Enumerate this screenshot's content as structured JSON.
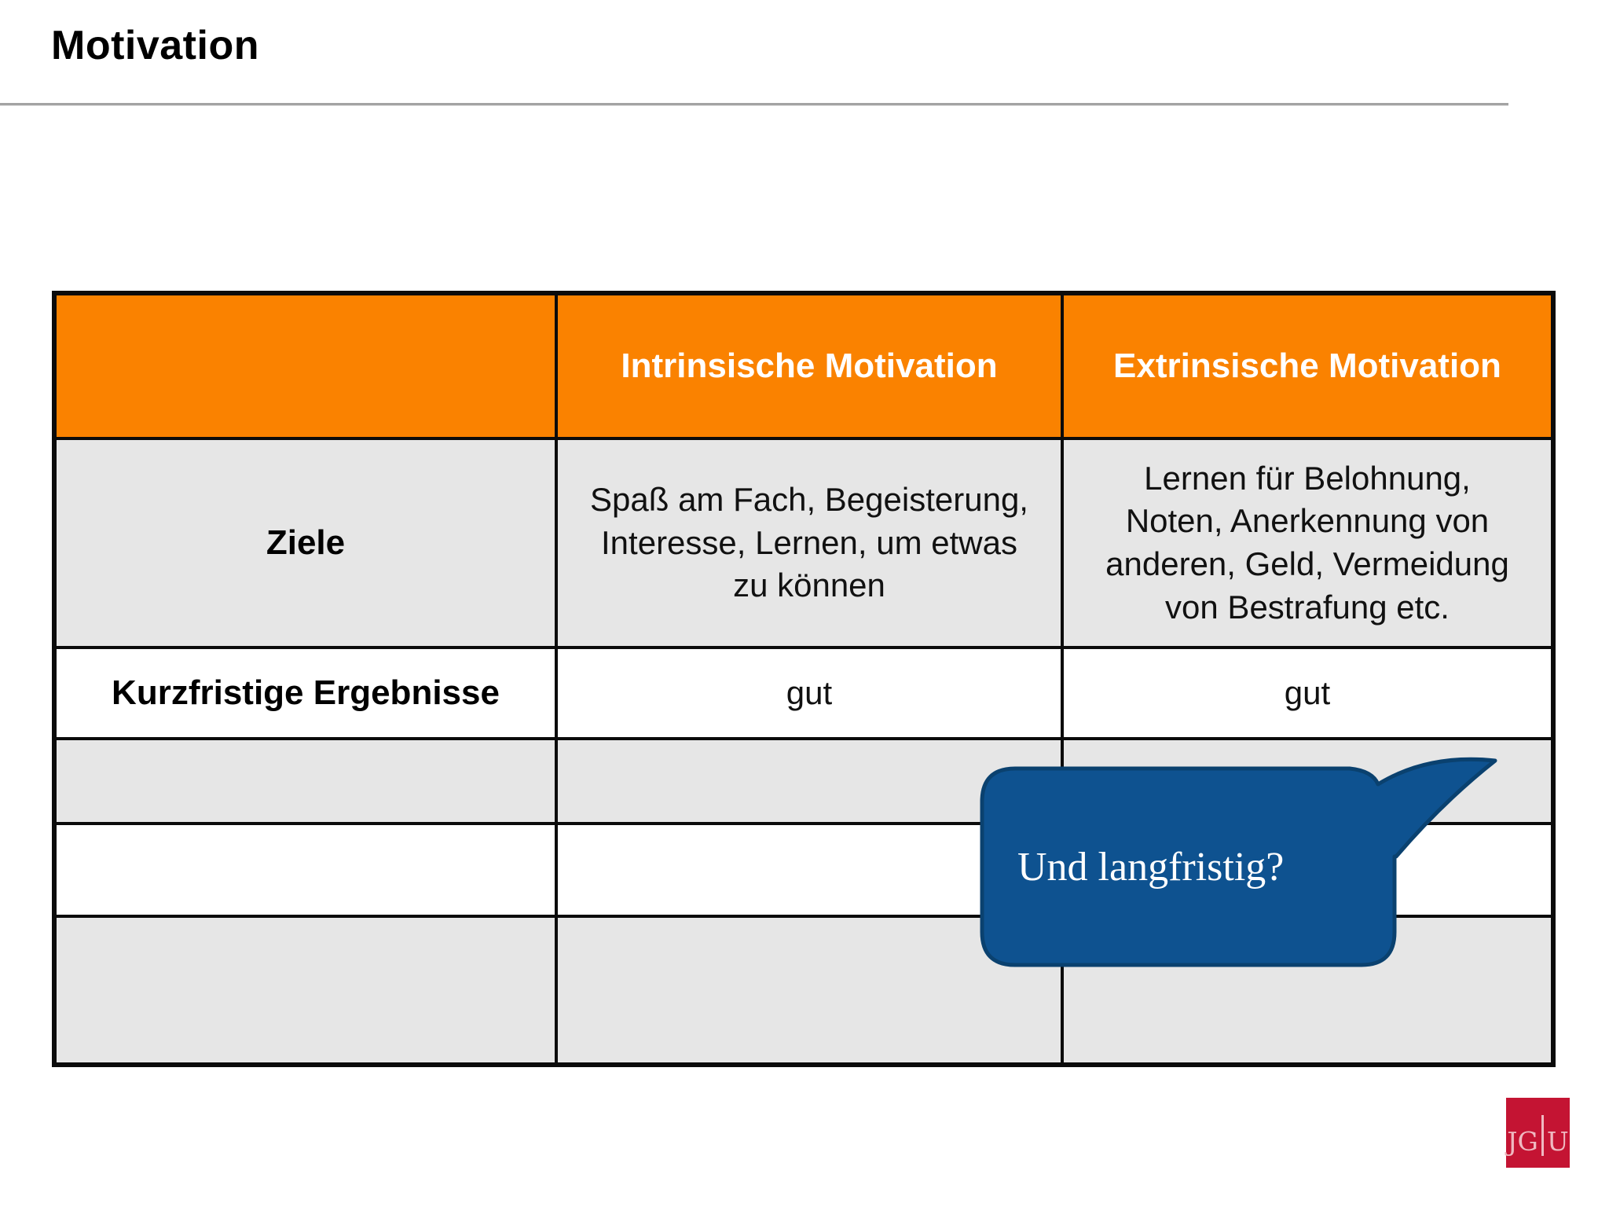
{
  "title": "Motivation",
  "table": {
    "header": {
      "col1": "",
      "col2": "Intrinsische Motivation",
      "col3": "Extrinsische Motivation"
    },
    "rows": [
      {
        "label": "Ziele",
        "intrinsic": "Spaß am Fach, Begeisterung, Interesse, Lernen, um etwas zu können",
        "extrinsic": "Lernen für Belohnung, Noten, Anerkennung von anderen, Geld, Vermeidung von Bestrafung etc."
      },
      {
        "label": "Kurzfristige Ergebnisse",
        "intrinsic": "gut",
        "extrinsic": "gut"
      },
      {
        "label": "",
        "intrinsic": "",
        "extrinsic": ""
      },
      {
        "label": "",
        "intrinsic": "",
        "extrinsic": ""
      },
      {
        "label": "",
        "intrinsic": "",
        "extrinsic": ""
      }
    ]
  },
  "callout": {
    "text": "Und langfristig?"
  },
  "logo": {
    "left": "JG",
    "right": "U"
  },
  "colors": {
    "header_orange": "#fa8200",
    "row_gray": "#e6e6e6",
    "callout_blue": "#0e5290",
    "callout_border": "#0a416f",
    "logo_red": "#c41433",
    "logo_text": "#efb9c1"
  }
}
